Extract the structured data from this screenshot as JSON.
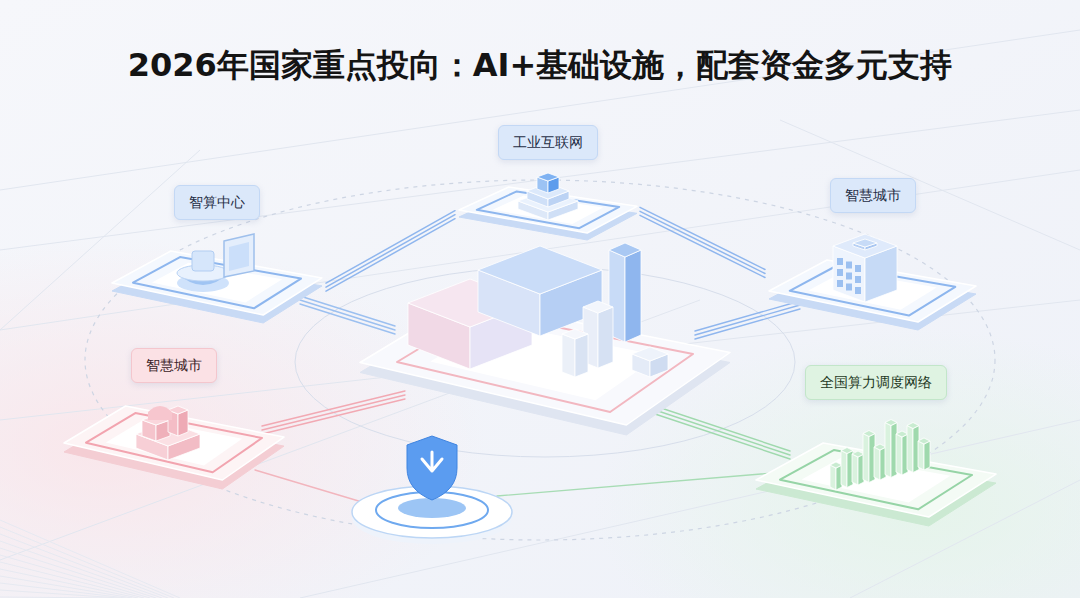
{
  "diagram": {
    "title": "2026年国家重点投向：AI+基础设施，配套资金多元支持",
    "nodes": [
      {
        "text": [
          "工业互联网"
        ]
      },
      {
        "text": [
          "智算中心"
        ]
      },
      {
        "text": [
          "智慧城市"
        ]
      },
      {
        "text": [
          "智慧城市"
        ]
      },
      {
        "text": [
          "全国算力调度网络"
        ]
      }
    ],
    "edges": [
      {
        "from": 1,
        "to": 0,
        "arrow": "none"
      },
      {
        "from": 0,
        "to": 2,
        "arrow": "none"
      }
    ]
  }
}
